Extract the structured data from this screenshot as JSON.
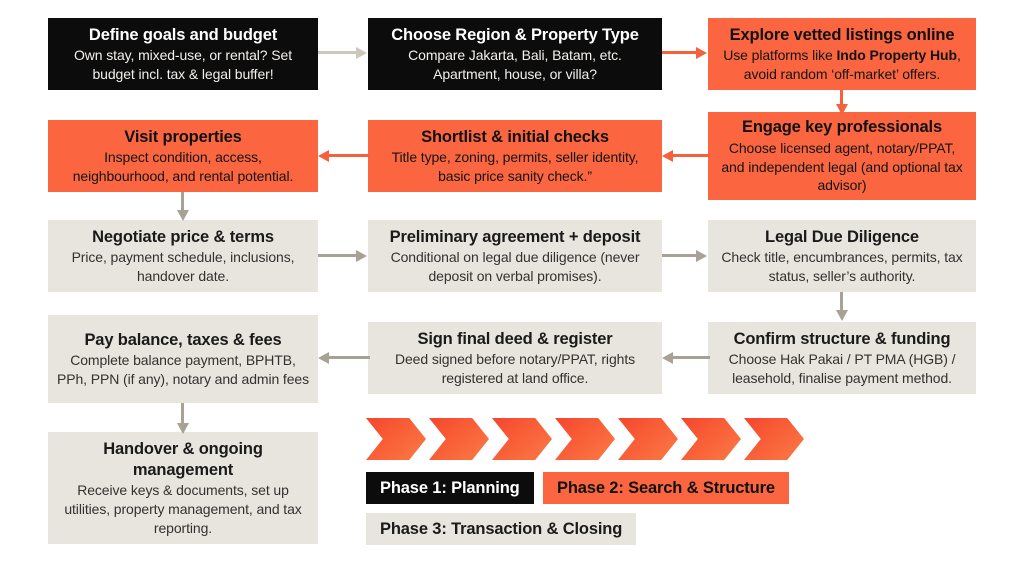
{
  "diagram": {
    "title": "Indonesia property purchase process flowchart",
    "colors": {
      "phase1": "#0D0C0C",
      "phase2": "#FB6640",
      "phase3": "#E8E5DE",
      "connector_beige": "#CDC8BD",
      "connector_orange": "#F4613C",
      "connector_grey": "#A8A196",
      "chevron_from": "#F4452F",
      "chevron_to": "#FB7A45"
    }
  },
  "nodes": [
    {
      "id": "define-goals-and-budget",
      "phase": "phase1",
      "title": "Define goals and budget",
      "desc": "Own stay, mixed-use, or rental? Set budget incl. tax & legal buffer!"
    },
    {
      "id": "choose-region-and-property-type",
      "phase": "phase1",
      "title": "Choose Region & Property Type",
      "desc": "Compare Jakarta, Bali, Batam, etc. Apartment, house, or villa?"
    },
    {
      "id": "explore-vetted-listings-online",
      "phase": "phase2",
      "title": "Explore vetted listings online",
      "desc_pre": "Use platforms like ",
      "desc_bold": "Indo Property Hub",
      "desc_post": ", avoid random ‘off-market’ offers."
    },
    {
      "id": "engage-key-professionals",
      "phase": "phase2",
      "title": "Engage key professionals",
      "desc": "Choose licensed agent, notary/PPAT, and independent legal (and optional tax advisor)"
    },
    {
      "id": "shortlist-and-initial-checks",
      "phase": "phase2",
      "title": "Shortlist & initial checks",
      "desc": "Title type, zoning, permits, seller identity, basic price sanity check.”"
    },
    {
      "id": "visit-properties",
      "phase": "phase2",
      "title": "Visit properties",
      "desc": "Inspect condition, access, neighbourhood, and rental potential."
    },
    {
      "id": "negotiate-price-and-terms",
      "phase": "phase3",
      "title": "Negotiate price & terms",
      "desc": "Price, payment schedule, inclusions, handover date."
    },
    {
      "id": "preliminary-agreement-deposit",
      "phase": "phase3",
      "title": "Preliminary agreement + deposit",
      "desc": "Conditional on legal due diligence (never deposit on verbal promises)."
    },
    {
      "id": "legal-due-diligence",
      "phase": "phase3",
      "title": "Legal Due Diligence",
      "desc": "Check title, encumbrances, permits, tax status, seller’s authority."
    },
    {
      "id": "confirm-structure-and-funding",
      "phase": "phase3",
      "title": "Confirm structure & funding",
      "desc": "Choose Hak Pakai / PT PMA (HGB) / leasehold, finalise payment method."
    },
    {
      "id": "sign-final-deed-and-register",
      "phase": "phase3",
      "title": "Sign final deed & register",
      "desc": "Deed signed before notary/PPAT, rights registered at land office."
    },
    {
      "id": "pay-balance-taxes-and-fees",
      "phase": "phase3",
      "title": "Pay balance, taxes & fees",
      "desc": "Complete balance payment, BPHTB, PPh, PPN (if any), notary and admin fees"
    },
    {
      "id": "handover-and-ongoing-management",
      "phase": "phase3",
      "title": "Handover & ongoing management",
      "desc": "Receive keys & documents, set up utilities, property management, and tax reporting."
    }
  ],
  "chevrons": {
    "count": 7
  },
  "legend": [
    {
      "id": "phase-1",
      "label": "Phase 1: Planning",
      "style": "phase1"
    },
    {
      "id": "phase-2",
      "label": "Phase 2: Search & Structure",
      "style": "phase2"
    },
    {
      "id": "phase-3",
      "label": "Phase 3: Transaction & Closing",
      "style": "phase3"
    }
  ]
}
